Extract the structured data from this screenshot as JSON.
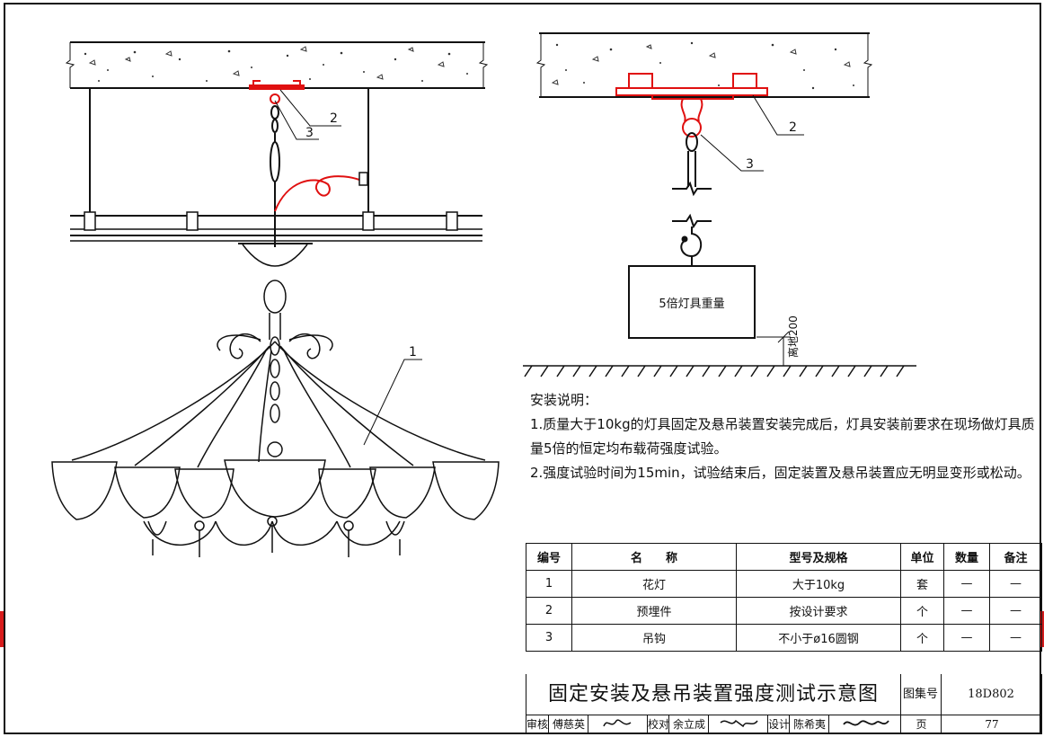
{
  "callouts": {
    "c1": "1",
    "c2_left": "2",
    "c3_left": "3",
    "c2_right": "2",
    "c3_right": "3"
  },
  "test_weight_label": "5倍灯具重量",
  "height_label": "离地200",
  "notes": {
    "heading": "安装说明：",
    "line1": "1.质量大于10kg的灯具固定及悬吊装置安装完成后，灯具安装前要求在现场做灯具质",
    "line2": "量5倍的恒定均布载荷强度试验。",
    "line3": "2.强度试验时间为15min，试验结束后，固定装置及悬吊装置应无明显变形或松动。"
  },
  "parts_table": {
    "headers": {
      "no": "编号",
      "name": "名　　称",
      "spec": "型号及规格",
      "unit": "单位",
      "qty": "数量",
      "remark": "备注"
    },
    "rows": [
      {
        "no": "1",
        "name": "花灯",
        "spec": "大于10kg",
        "unit": "套",
        "qty": "—",
        "remark": "—"
      },
      {
        "no": "2",
        "name": "预埋件",
        "spec": "按设计要求",
        "unit": "个",
        "qty": "—",
        "remark": "—"
      },
      {
        "no": "3",
        "name": "吊钩",
        "spec": "不小于ø16圆钢",
        "unit": "个",
        "qty": "—",
        "remark": "—"
      }
    ]
  },
  "title_block": {
    "title": "固定安装及悬吊装置强度测试示意图",
    "atlas_label": "图集号",
    "atlas_no": "18D802",
    "review_label": "审核",
    "reviewer": "傅慈英",
    "check_label": "校对",
    "checker": "余立成",
    "design_label": "设计",
    "designer": "陈希夷",
    "page_label": "页",
    "page_no": "77"
  },
  "colors": {
    "line": "#111111",
    "highlight": "#e01010",
    "edge_marker": "#d81b1b"
  }
}
